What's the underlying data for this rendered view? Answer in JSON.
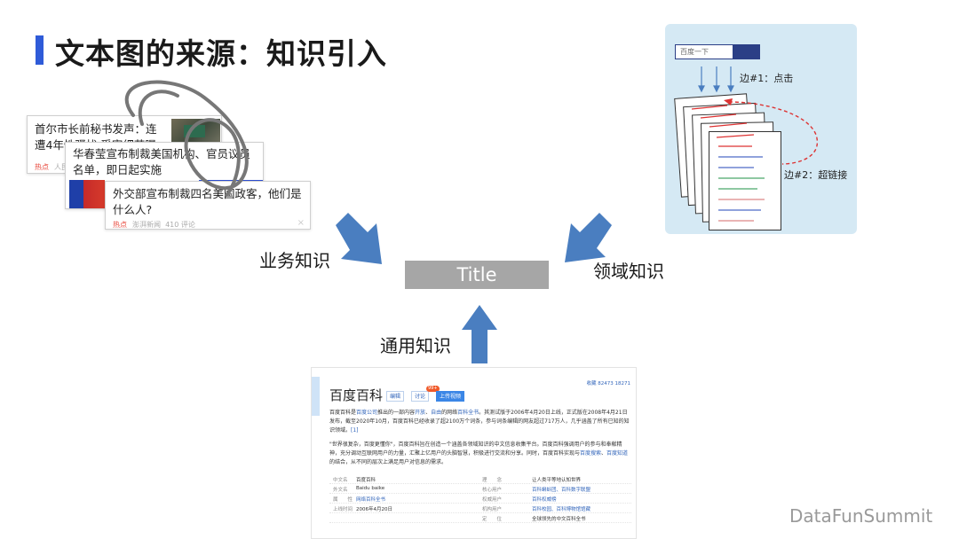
{
  "slide": {
    "title": "文本图的来源：知识引入",
    "brand": "DataFunSummit",
    "accent_color": "#2f5bd8",
    "arrow_color": "#4a7ec0"
  },
  "news_cards": [
    {
      "text": "首尔市长前秘书发声：连遭4年性骚扰 受害细节曝光",
      "meta_hot": "热点",
      "meta_src": "人民"
    },
    {
      "text": "华春莹宣布制裁美国机构、官员议员名单，即日起实施"
    },
    {
      "text": "外交部宣布制裁四名美国政客，他们是什么人?",
      "meta_hot": "热点",
      "meta_src": "澎湃新闻",
      "meta_count": "410 评论",
      "close": "×"
    }
  ],
  "center": {
    "title_box": "Title"
  },
  "labels": {
    "business": "业务知识",
    "domain": "领域知识",
    "general": "通用知识"
  },
  "domain_panel": {
    "search_placeholder": "百度一下",
    "edge1": "边#1：点击",
    "edge2": "边#2：超链接",
    "panel_color": "#d5e9f4"
  },
  "baike": {
    "title": "百度百科",
    "btn_edit": "编辑",
    "btn_discuss": "讨论",
    "badge": "99+",
    "btn_upload": "上传视频",
    "stats": "收藏   82473   18271",
    "para1_a": "百度百科是",
    "para1_link1": "百度公司",
    "para1_b": "推出的一部内容",
    "para1_link2": "开放",
    "para1_c": "、",
    "para1_link3": "自由",
    "para1_d": "的网络",
    "para1_link4": "百科全书",
    "para1_e": "。其测试版于2006年4月20日上线，正式版在2008年4月21日发布，截至2020年10月，百度百科已经收录了超2100万个词条，参与词条编辑的网友超过717万人，几乎涵盖了所有已知的知识领域。",
    "para1_ref": "[1]",
    "para2_a": "\"世界很复杂，百度更懂你\"，百度百科旨在创造一个涵盖各领域知识的中文信息收集平台。百度百科强调用户的参与和奉献精神，充分调动互联网用户的力量，汇聚上亿用户的头脑智慧，积极进行交流和分享。同时，百度百科实现与",
    "para2_link1": "百度搜索",
    "para2_b": "、",
    "para2_link2": "百度知道",
    "para2_c": "的结合，从不同的层次上满足用户对信息的需求。",
    "table": [
      {
        "k1": "中文名",
        "v1": "百度百科",
        "k2": "理　　念",
        "v2": "让人类平等地认知世界"
      },
      {
        "k1": "外文名",
        "v1": "Baidu baike",
        "k2": "核心用户",
        "v2": "百科蝌蚪团、百科数字联盟"
      },
      {
        "k1": "属　　性",
        "v1": "网络百科全书",
        "k2": "权威用户",
        "v2": "百科权威榜"
      },
      {
        "k1": "上线时间",
        "v1": "2006年4月20日",
        "k2": "机构用户",
        "v2": "百科校园、百科博物馆馆藏"
      },
      {
        "k1": "",
        "v1": "",
        "k2": "定　　位",
        "v2": "全球领先的中文百科全书"
      }
    ]
  }
}
